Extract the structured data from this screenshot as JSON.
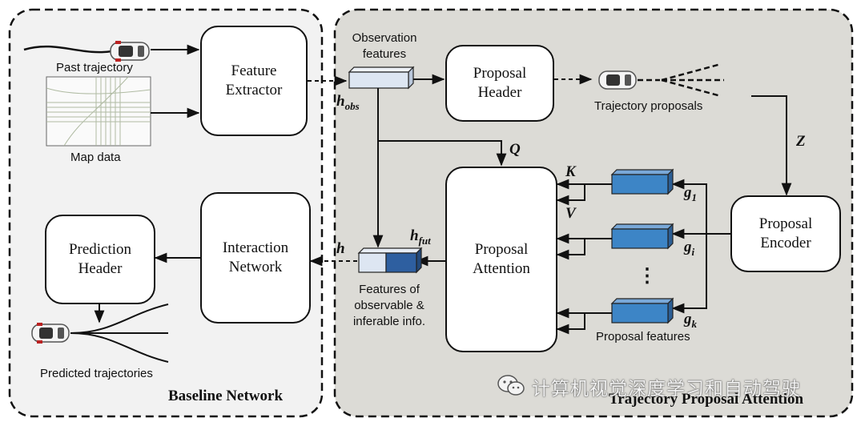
{
  "regions": {
    "baseline": "Baseline Network",
    "tpa": "Trajectory Proposal Attention"
  },
  "blocks": {
    "feature_extractor": "Feature Extractor",
    "proposal_header": "Proposal Header",
    "proposal_attention": "Proposal Attention",
    "proposal_encoder": "Proposal Encoder",
    "interaction_network": "Interaction Network",
    "prediction_header": "Prediction Header"
  },
  "labels": {
    "past_trajectory": "Past trajectory",
    "map_data": "Map data",
    "observation_features": "Observation features",
    "trajectory_proposals": "Trajectory proposals",
    "features_info": "Features of observable & inferable info.",
    "proposal_features": "Proposal features",
    "predicted_trajectories": "Predicted trajectories",
    "dots": "⋮"
  },
  "symbols": {
    "h_obs": "h",
    "h_obs_sub": "obs",
    "h_fut": "h",
    "h_fut_sub": "fut",
    "h": "h",
    "Q": "Q",
    "K": "K",
    "V": "V",
    "Z": "Z",
    "g1": "g",
    "g1_sub": "1",
    "gi": "g",
    "gi_sub": "i",
    "gk": "g",
    "gk_sub": "k"
  },
  "watermark": "计算机视觉深度学习和自动驾驶",
  "colors": {
    "baseline_bg": "#f2f2f2",
    "tpa_bg": "#dcdbd6",
    "obs_feature": "#dde6f2",
    "proposal_feature": "#3d85c6",
    "fut_feature": "#2e5fa0"
  }
}
